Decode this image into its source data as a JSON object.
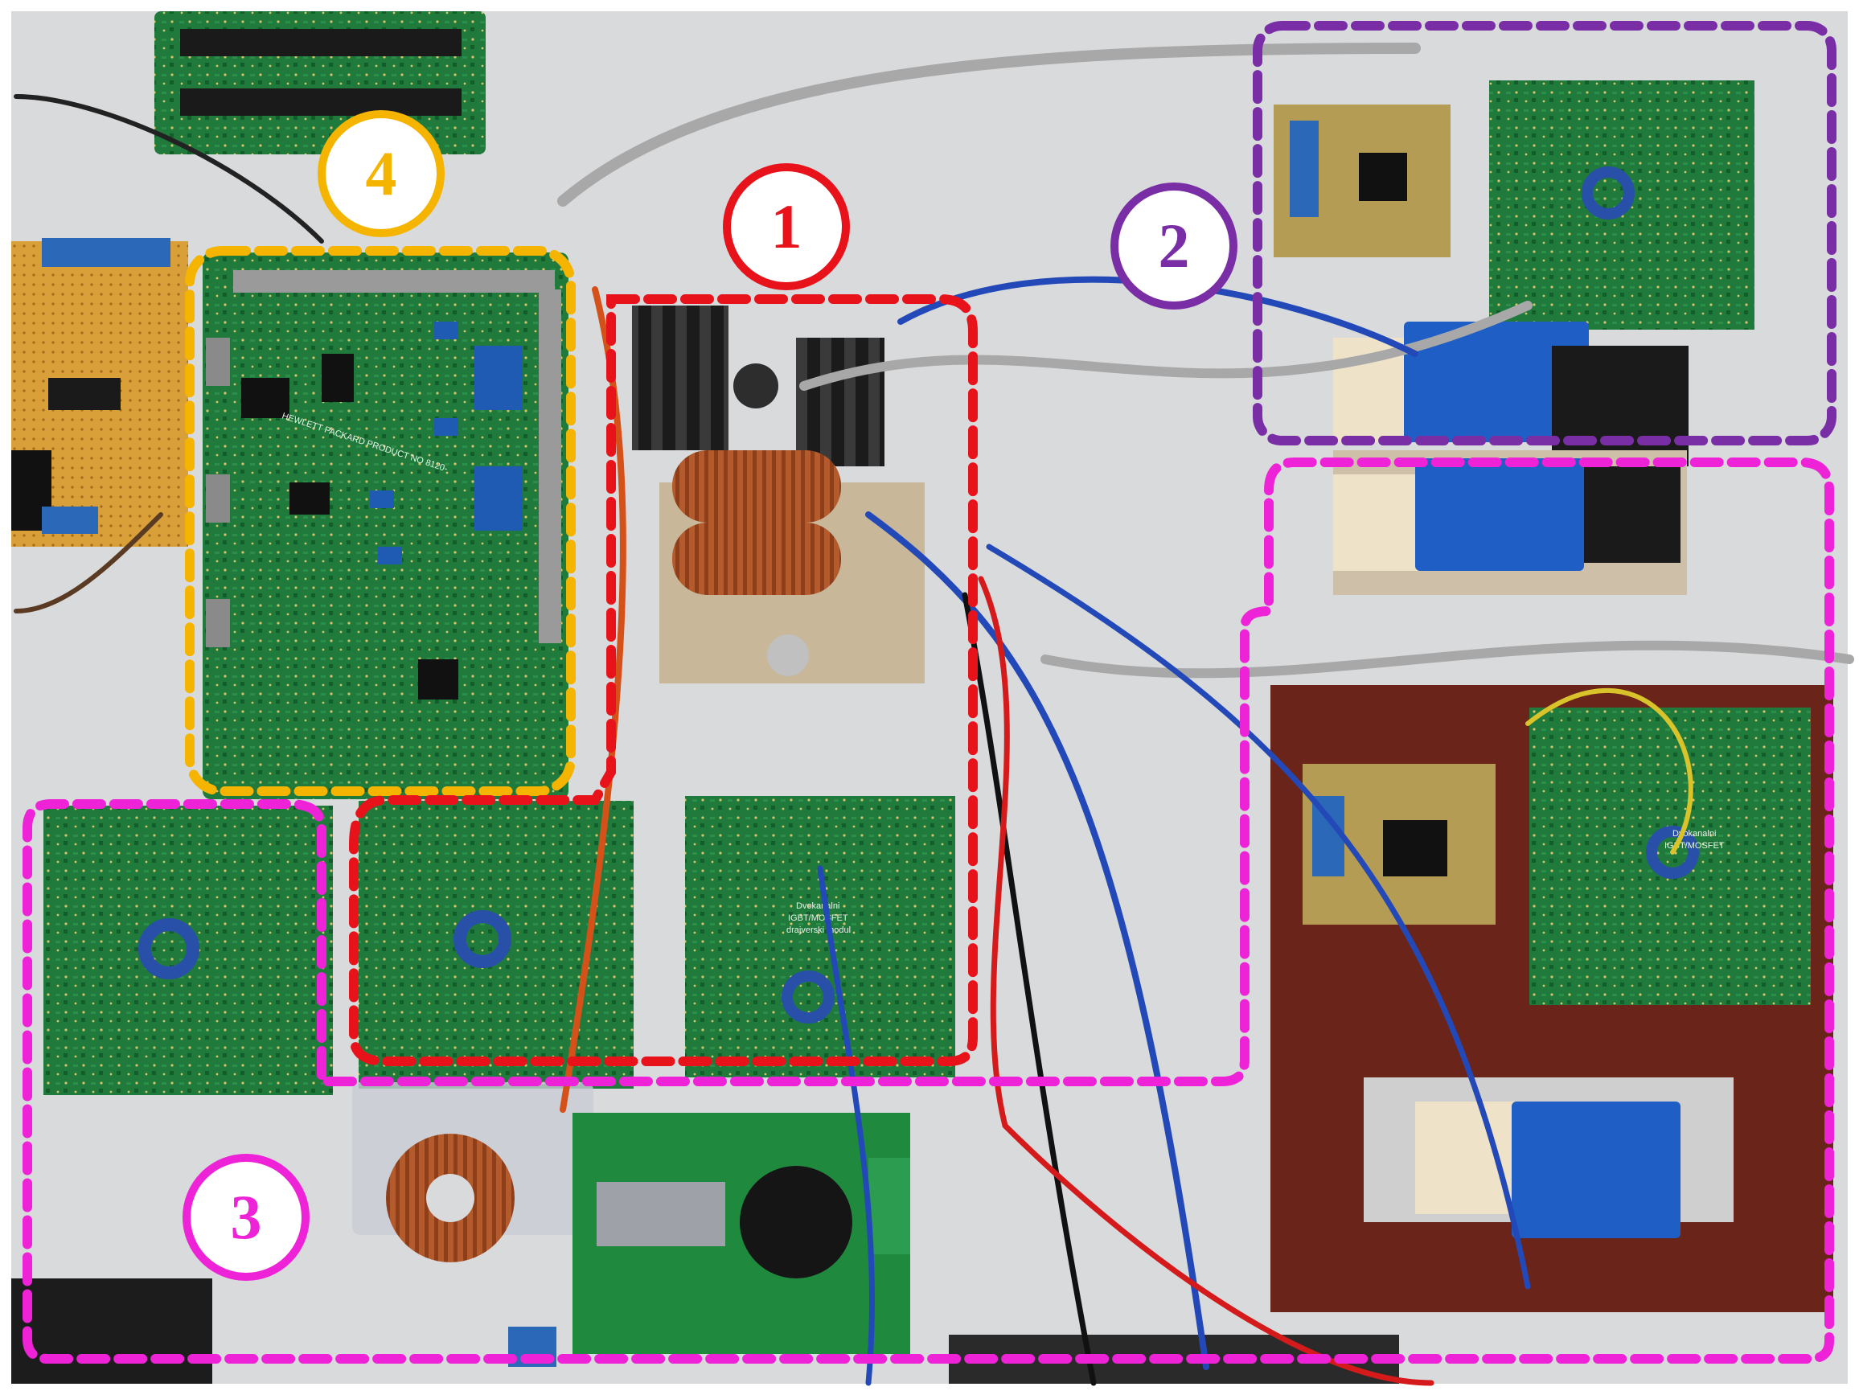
{
  "regions": [
    {
      "id": "1",
      "label": "1",
      "color": "#e8121b"
    },
    {
      "id": "2",
      "label": "2",
      "color": "#7a2ea6"
    },
    {
      "id": "3",
      "label": "3",
      "color": "#ee22d6"
    },
    {
      "id": "4",
      "label": "4",
      "color": "#f5b400"
    }
  ],
  "silkscreen": {
    "driver_board_lines": [
      "Dvokanalni",
      "IGBT/MOSFET",
      "drajverski modul"
    ],
    "hp_cable_text": "HEWLETT PACKARD PRODUCT NO 8120-"
  },
  "colors": {
    "background": "#d9dadc",
    "pcb_green": "#1f7a3c",
    "pcb_dark": "#145c2b",
    "copper": "#b55a2a",
    "wire_blue": "#2348b8",
    "wire_grey": "#a8a8a8",
    "wire_red": "#d41a1a",
    "brown_board": "#6b2419",
    "perfboard": "#d9a03a"
  }
}
